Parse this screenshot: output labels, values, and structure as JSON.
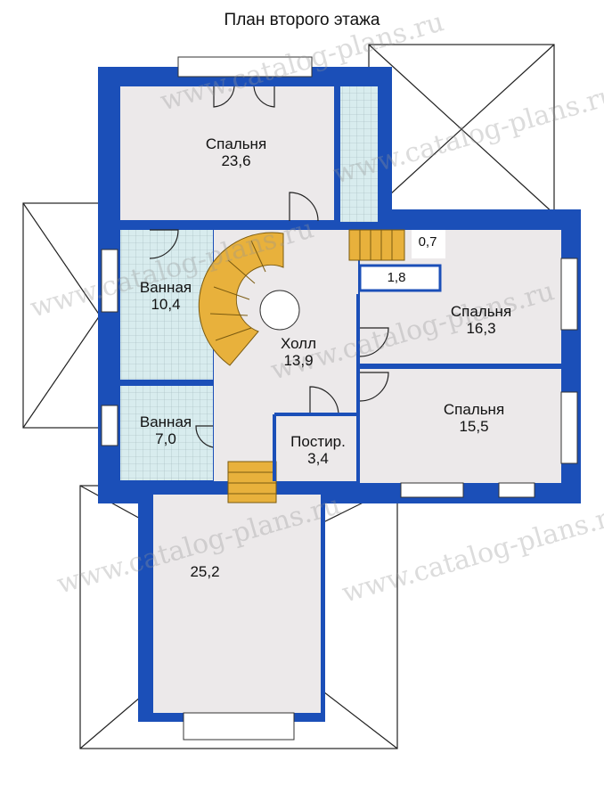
{
  "title": "План второго этажа",
  "watermark": "www.catalog-plans.ru",
  "rooms": {
    "bedroom1": {
      "name": "Спальня",
      "area": "23,6"
    },
    "bath1": {
      "name": "Ванная",
      "area": "10,4"
    },
    "bath2": {
      "name": "Ванная",
      "area": "7,0"
    },
    "hall": {
      "name": "Холл",
      "area": "13,9"
    },
    "closet": {
      "name": "0,7"
    },
    "storage": {
      "name": "1,8"
    },
    "bedroom2": {
      "name": "Спальня",
      "area": "16,3"
    },
    "bedroom3": {
      "name": "Спальня",
      "area": "15,5"
    },
    "linen": {
      "name": "Постир.",
      "area": "3,4"
    },
    "room_lower": {
      "area": "25,2"
    }
  },
  "colors": {
    "wall": "#1b4fb8",
    "floor": "#ece9ea",
    "tile": "#d8ecee",
    "stair": "#e8b13c",
    "line": "#222222"
  }
}
